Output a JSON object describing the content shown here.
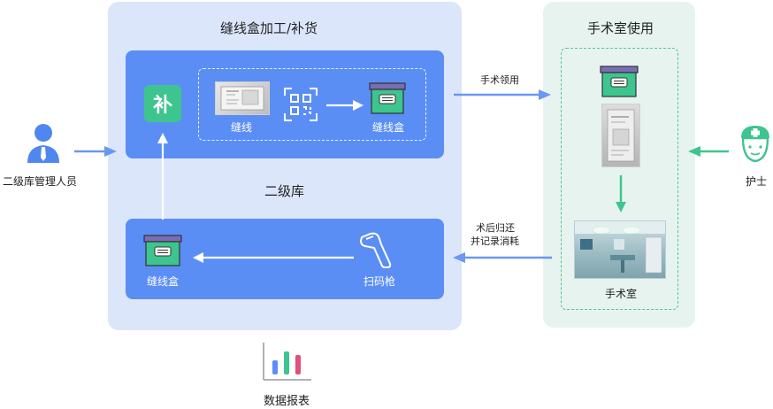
{
  "left_panel": {
    "title": "缝线盒加工/补货",
    "middle_label": "二级库",
    "top_card": {
      "badge": "补",
      "items": [
        {
          "label": "缝线"
        },
        {
          "label": "缝线盒"
        }
      ]
    },
    "bottom_card": {
      "items": [
        {
          "label": "缝线盒"
        },
        {
          "label": "扫码枪"
        }
      ]
    }
  },
  "right_panel": {
    "title": "手术室使用",
    "room_label": "手术室"
  },
  "flows": {
    "to_room": "手术领用",
    "return_line1": "术后归还",
    "return_line2": "并记录消耗"
  },
  "actors": {
    "manager": "二级库管理人员",
    "nurse": "护士"
  },
  "report": {
    "label": "数据报表"
  },
  "colors": {
    "card_blue": "#5b8ef5",
    "arrow_blue": "#6a97f2",
    "green": "#3ec48e",
    "purple": "#7a6cb5"
  },
  "icons": [
    "person-icon",
    "nurse-icon",
    "suture-photo",
    "qr-code-icon",
    "suture-box-icon",
    "barcode-scanner-icon",
    "operating-room-photo",
    "bar-chart-icon"
  ]
}
